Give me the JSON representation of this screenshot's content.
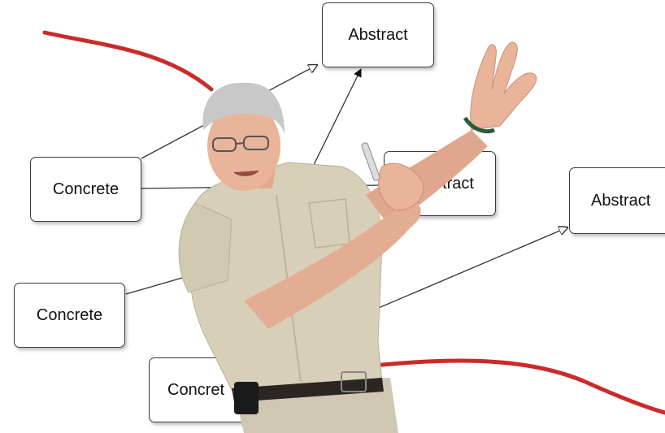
{
  "diagram": {
    "abstract_top": "Abstract",
    "abstract_mid": "stract",
    "abstract_right": "Abstract",
    "concrete_top": "Concrete",
    "concrete_mid": "Concrete",
    "concrete_bottom": "Concret"
  },
  "colors": {
    "curve": "#cc2a2a",
    "arrow": "#333333",
    "shirt": "#d8cfb8",
    "skin": "#e9b49a",
    "hair": "#c8c8c8",
    "belt": "#2b2622"
  }
}
